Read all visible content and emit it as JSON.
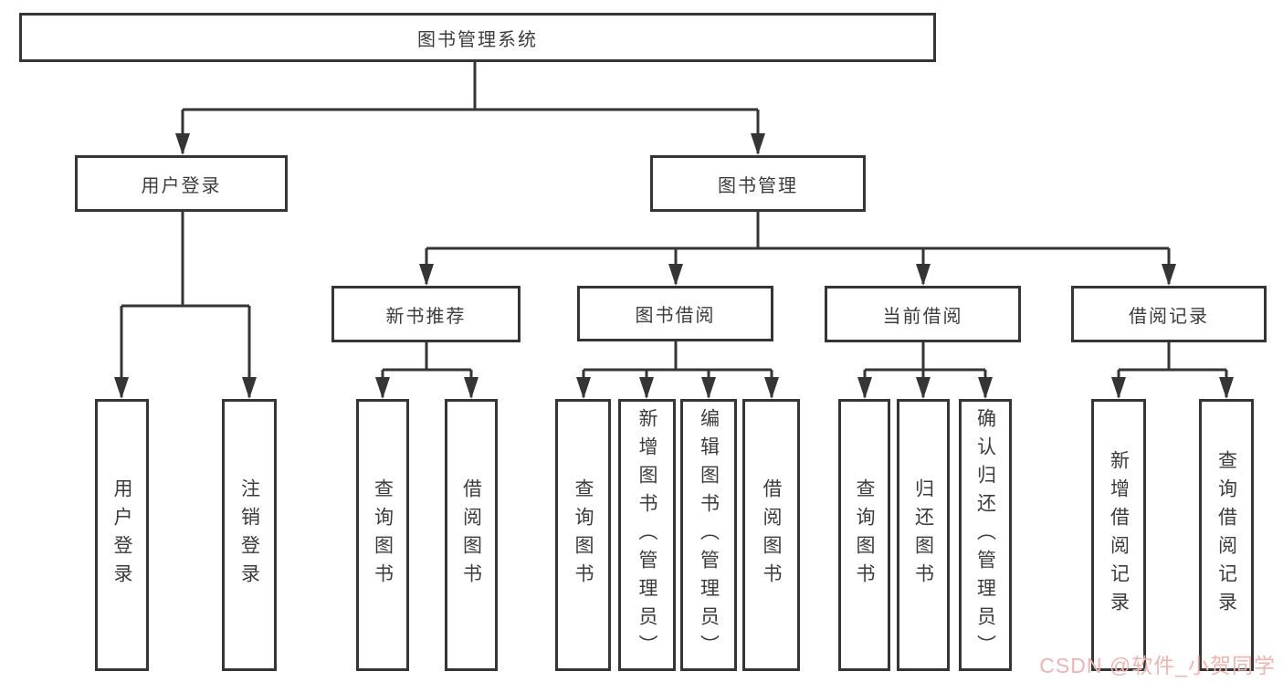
{
  "diagram": {
    "root": {
      "label": "图书管理系统"
    },
    "branches": [
      {
        "label": "用户登录",
        "children": [
          {
            "label": "用户登录"
          },
          {
            "label": "注销登录"
          }
        ]
      },
      {
        "label": "图书管理",
        "children": [
          {
            "label": "新书推荐",
            "children": [
              {
                "label": "查询图书"
              },
              {
                "label": "借阅图书"
              }
            ]
          },
          {
            "label": "图书借阅",
            "children": [
              {
                "label": "查询图书"
              },
              {
                "label": "新增图书（管理员）"
              },
              {
                "label": "编辑图书（管理员）"
              },
              {
                "label": "借阅图书"
              }
            ]
          },
          {
            "label": "当前借阅",
            "children": [
              {
                "label": "查询图书"
              },
              {
                "label": "归还图书"
              },
              {
                "label": "确认归还（管理员）"
              }
            ]
          },
          {
            "label": "借阅记录",
            "children": [
              {
                "label": "新增借阅记录"
              },
              {
                "label": "查询借阅记录"
              }
            ]
          }
        ]
      }
    ],
    "watermark": {
      "text": "CSDN @软件_小贺同学"
    },
    "colors": {
      "line": "#353535",
      "text": "#3c3c3c",
      "watermark": "#efb3b0",
      "box_background": "#ffffff"
    }
  }
}
